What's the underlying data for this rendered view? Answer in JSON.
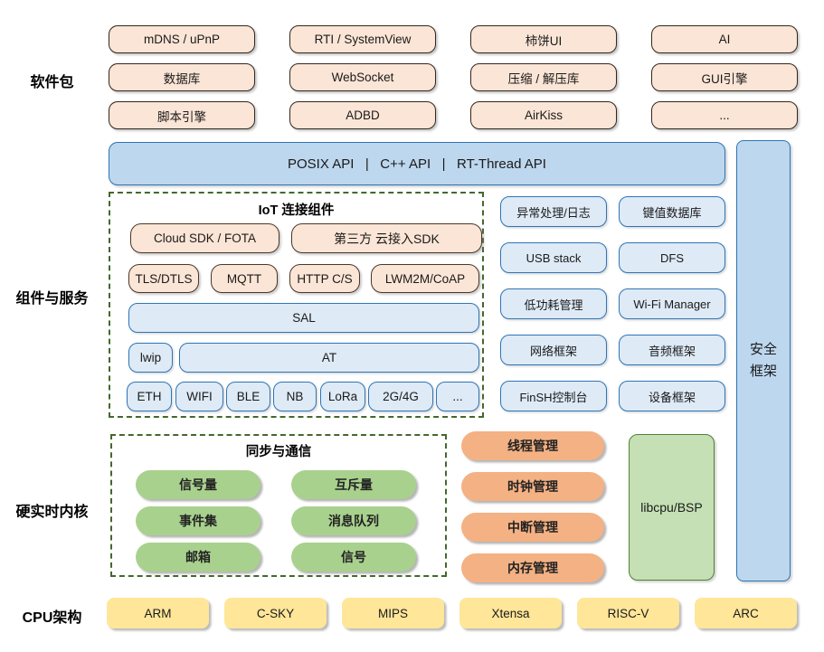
{
  "side_labels": {
    "software": "软件包",
    "components": "组件与服务",
    "kernel": "硬实时内核",
    "cpu": "CPU架构"
  },
  "software_packages": {
    "row1": [
      "mDNS / uPnP",
      "RTI / SystemView",
      "柿饼UI",
      "AI"
    ],
    "row2": [
      "数据库",
      "WebSocket",
      "压缩 / 解压库",
      "GUI引擎"
    ],
    "row3": [
      "脚本引擎",
      "ADBD",
      "AirKiss",
      "..."
    ]
  },
  "api_bar": {
    "label": "POSIX API   |   C++ API   |   RT-Thread API"
  },
  "security_bar": {
    "line1": "安全",
    "line2": "框架"
  },
  "iot": {
    "title": "IoT 连接组件",
    "sdk_row": [
      "Cloud SDK / FOTA",
      "第三方 云接入SDK"
    ],
    "protocol_row": [
      "TLS/DTLS",
      "MQTT",
      "HTTP C/S",
      "LWM2M/CoAP"
    ],
    "sal": "SAL",
    "lwip": "lwip",
    "at": "AT",
    "phy_row": [
      "ETH",
      "WIFI",
      "BLE",
      "NB",
      "LoRa",
      "2G/4G",
      "..."
    ]
  },
  "services": {
    "items": [
      "异常处理/日志",
      "键值数据库",
      "USB stack",
      "DFS",
      "低功耗管理",
      "Wi-Fi Manager",
      "网络框架",
      "音频框架",
      "FinSH控制台",
      "设备框架"
    ]
  },
  "kernel": {
    "sync_title": "同步与通信",
    "sync_items": [
      "信号量",
      "互斥量",
      "事件集",
      "消息队列",
      "邮箱",
      "信号"
    ],
    "mgmt_items": [
      "线程管理",
      "时钟管理",
      "中断管理",
      "内存管理"
    ],
    "libcpu": "libcpu/BSP"
  },
  "cpu_archs": [
    "ARM",
    "C-SKY",
    "MIPS",
    "Xtensa",
    "RISC-V",
    "ARC"
  ],
  "colors": {
    "peach_fill": "#FBE5D6",
    "light_blue_fill": "#DEEAF6",
    "bar_blue_fill": "#BDD7EE",
    "blue_border": "#2E75B6",
    "green_pill_fill": "#A9D18E",
    "libcpu_fill": "#C5E0B4",
    "green_border": "#538135",
    "dashed_border": "#44682D",
    "orange_pill_fill": "#F4B183",
    "yellow_fill": "#FFE699"
  }
}
